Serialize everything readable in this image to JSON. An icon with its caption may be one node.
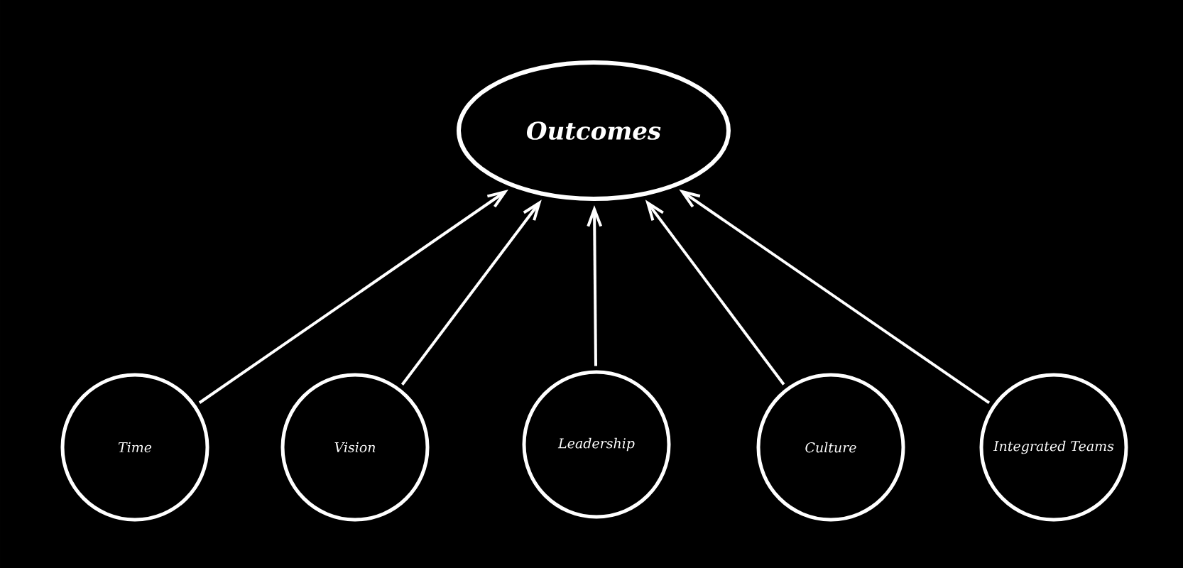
{
  "diagram": {
    "nodes": [
      {
        "text": [
          "Outcomes"
        ]
      },
      {
        "text": [
          "Time"
        ]
      },
      {
        "text": [
          "Vision"
        ]
      },
      {
        "text": [
          "Leadership"
        ]
      },
      {
        "text": [
          "Culture"
        ]
      },
      {
        "text": [
          "Integrated Teams"
        ]
      }
    ],
    "edges": [
      {
        "from": 1,
        "to": 0,
        "arrow": "to"
      },
      {
        "from": 2,
        "to": 0,
        "arrow": "to"
      },
      {
        "from": 3,
        "to": 0,
        "arrow": "to"
      },
      {
        "from": 4,
        "to": 0,
        "arrow": "to"
      },
      {
        "from": 5,
        "to": 0,
        "arrow": "to"
      }
    ]
  }
}
